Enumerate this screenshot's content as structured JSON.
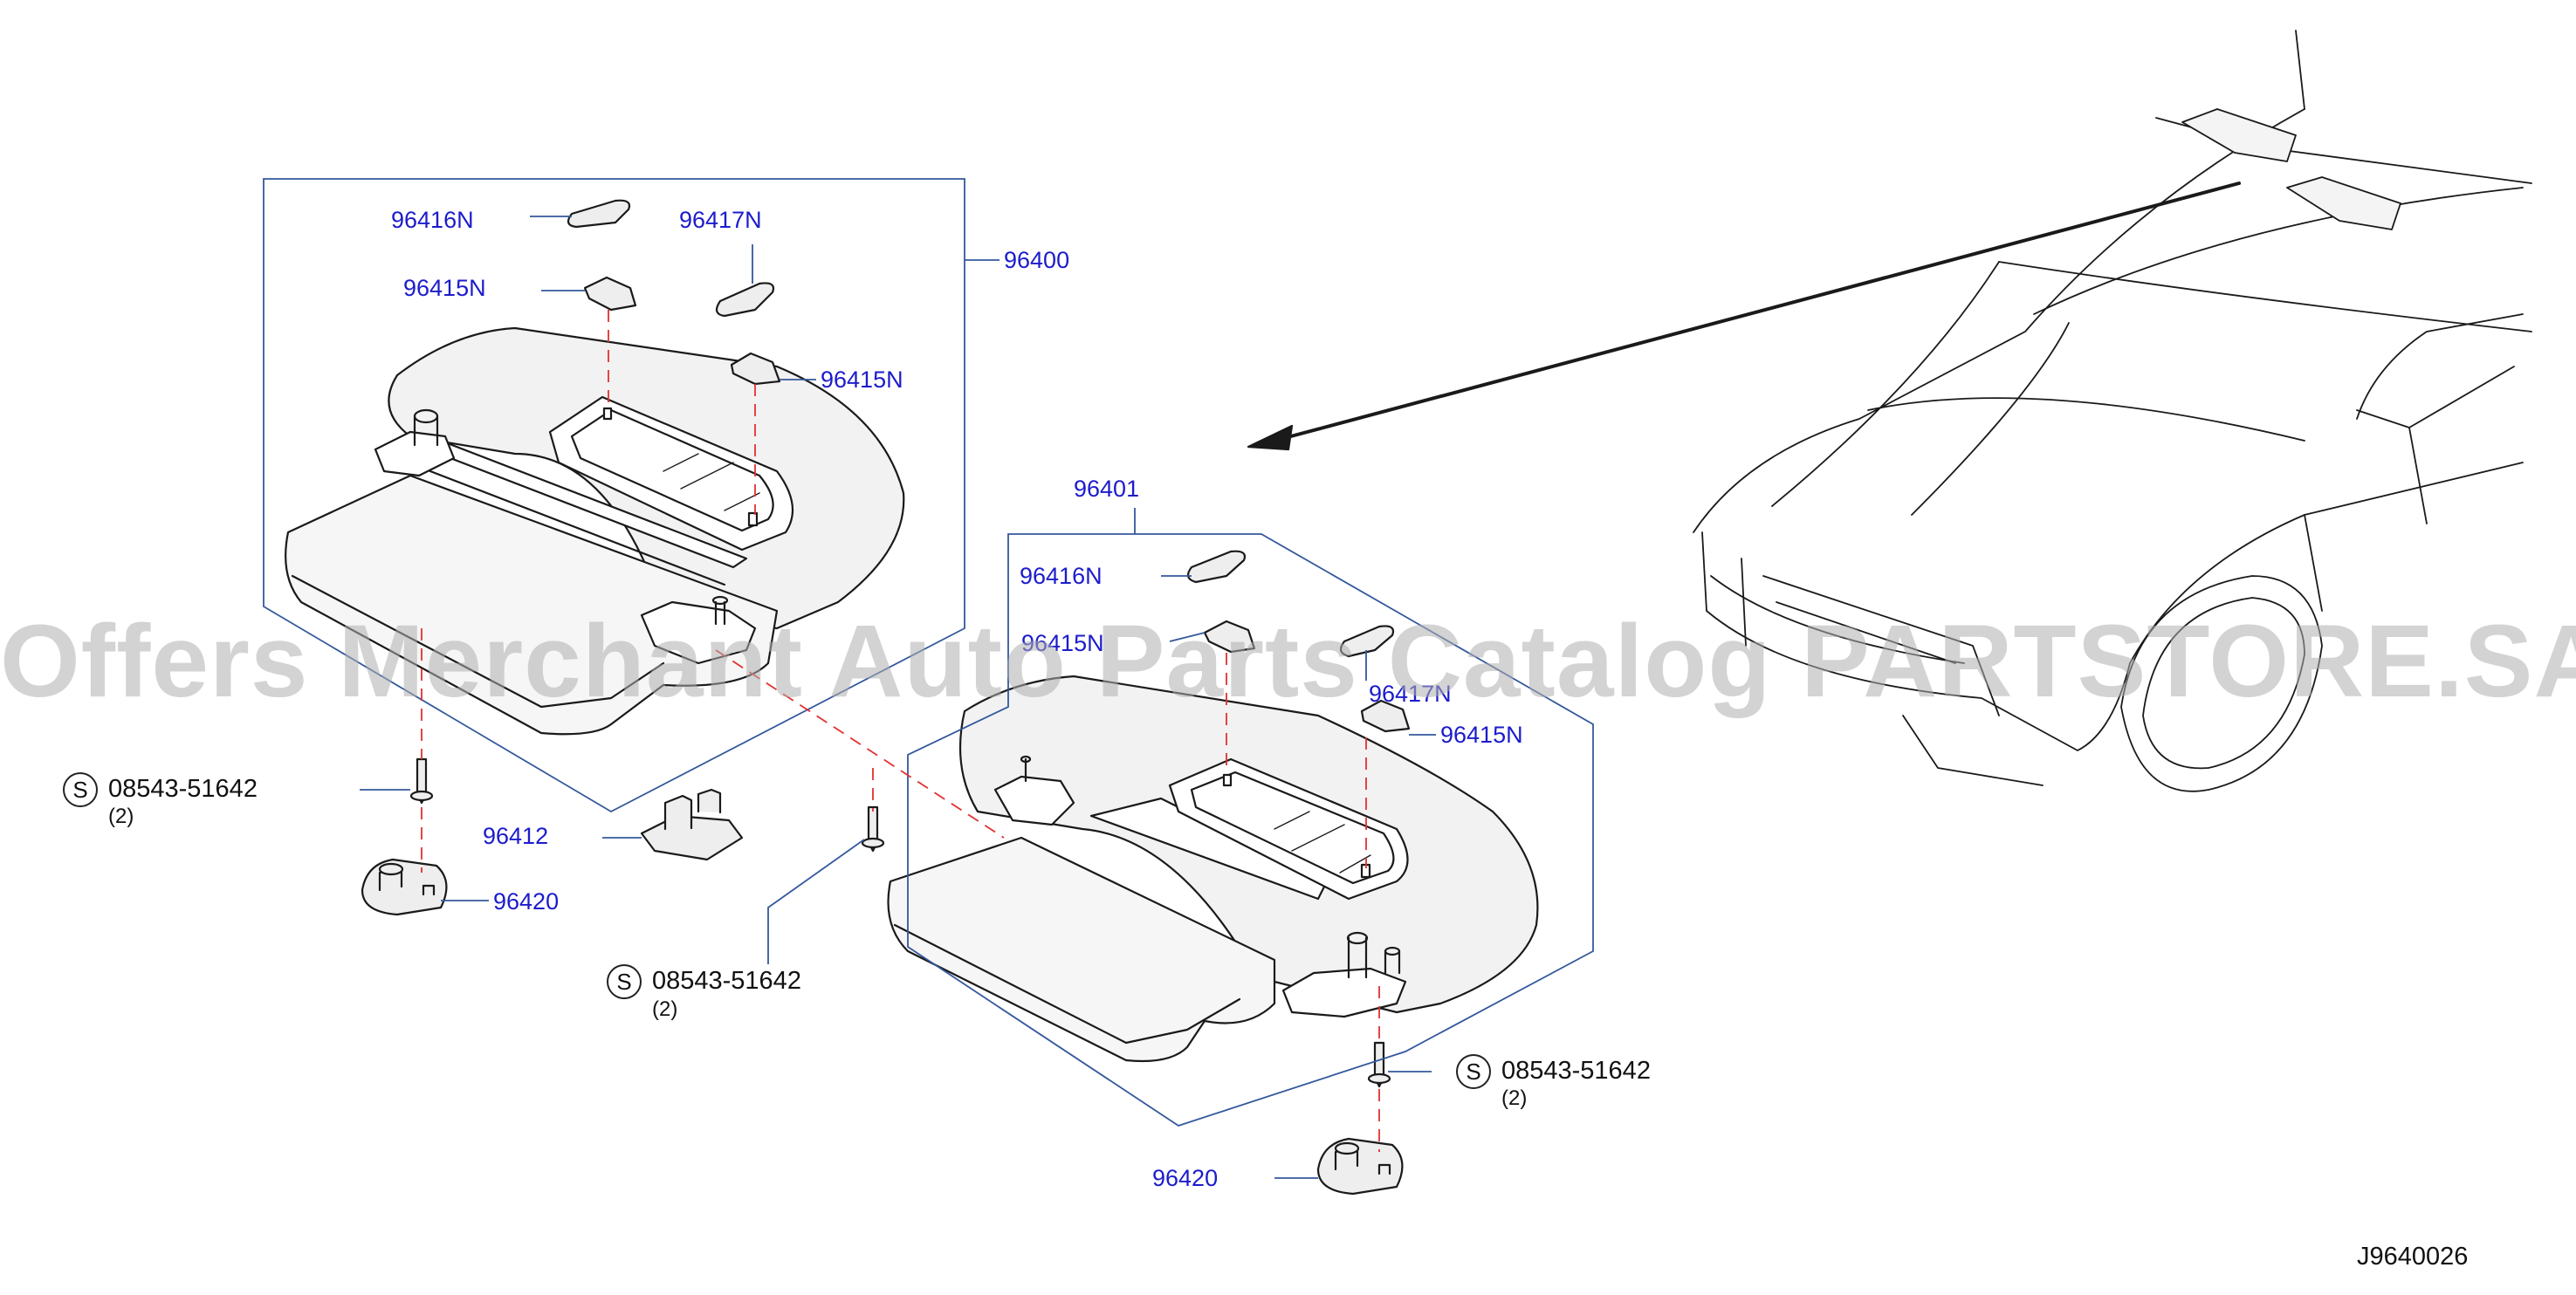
{
  "diagram": {
    "code": "J9640026",
    "watermark": "Offers Merchant Auto Parts Catalog PARTSTORE.SA",
    "std_symbol": "S",
    "labels": {
      "p96416N_a": "96416N",
      "p96417N_a": "96417N",
      "p96415N_a": "96415N",
      "p96415N_b": "96415N",
      "p96400": "96400",
      "p96401": "96401",
      "p96416N_b": "96416N",
      "p96415N_c": "96415N",
      "p96417N_b": "96417N",
      "p96415N_d": "96415N",
      "p96412": "96412",
      "p96420_a": "96420",
      "p96420_b": "96420",
      "screw_a": "08543-51642",
      "screw_b": "08543-51642",
      "screw_c": "08543-51642",
      "qty_a": "(2)",
      "qty_b": "(2)",
      "qty_c": "(2)"
    },
    "colors": {
      "line": "#1a1a1a",
      "leader": "#34589c",
      "part_number": "#1c1ccc",
      "dashed": "#e23030",
      "watermark": "#afafaf"
    }
  }
}
